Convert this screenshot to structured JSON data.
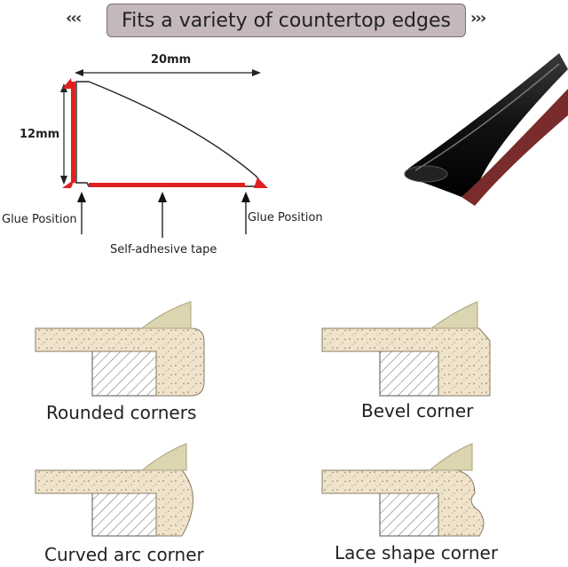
{
  "header": {
    "title": "Fits a variety of countertop edges",
    "left_chevrons": "‹‹‹",
    "right_chevrons": "›››"
  },
  "profile": {
    "width_label": "20mm",
    "height_label": "12mm",
    "glue_left": "Glue Position",
    "glue_right": "Glue Position",
    "tape_label": "Self-adhesive tape"
  },
  "edges": [
    {
      "label": "Rounded corners"
    },
    {
      "label": "Bevel corner"
    },
    {
      "label": "Curved arc corner"
    },
    {
      "label": "Lace shape corner"
    }
  ],
  "colors": {
    "accent_red": "#e02020",
    "banner_bg": "#c4b7bd",
    "strip_black": "#1a1a1a",
    "strip_red": "#7a2b2b",
    "stone": "#efe3cc",
    "trim": "#dcd6b0"
  }
}
